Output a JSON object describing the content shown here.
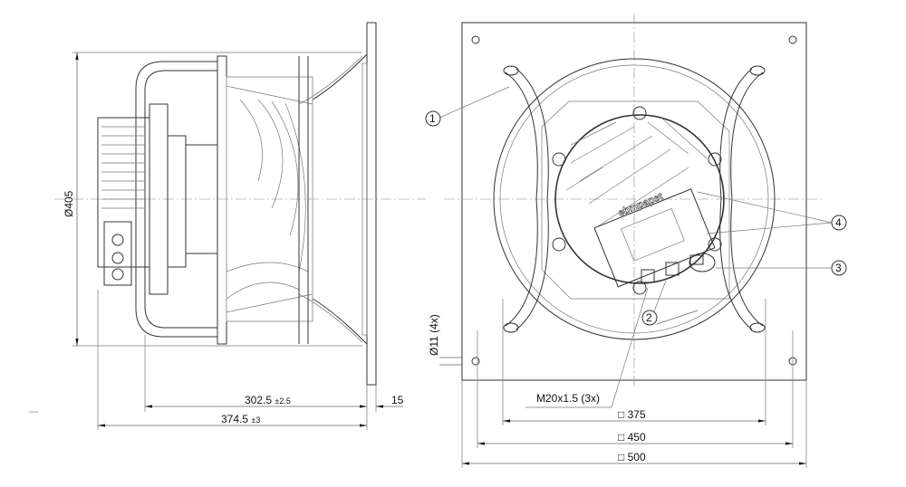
{
  "side_view": {
    "diameter_label": "Ø405",
    "dim_inner": {
      "value": "302.5",
      "tolerance": "±2.5"
    },
    "dim_flange": "15",
    "dim_overall": {
      "value": "374.5",
      "tolerance": "±3"
    }
  },
  "front_view": {
    "hole_label": "Ø11 (4x)",
    "thread_label": "M20x1.5 (3x)",
    "dims": [
      {
        "symbol": "□",
        "value": "375"
      },
      {
        "symbol": "□",
        "value": "450"
      },
      {
        "symbol": "□",
        "value": "500"
      }
    ],
    "callouts": [
      "1",
      "2",
      "3",
      "4"
    ],
    "logo": "ebmpapst"
  }
}
